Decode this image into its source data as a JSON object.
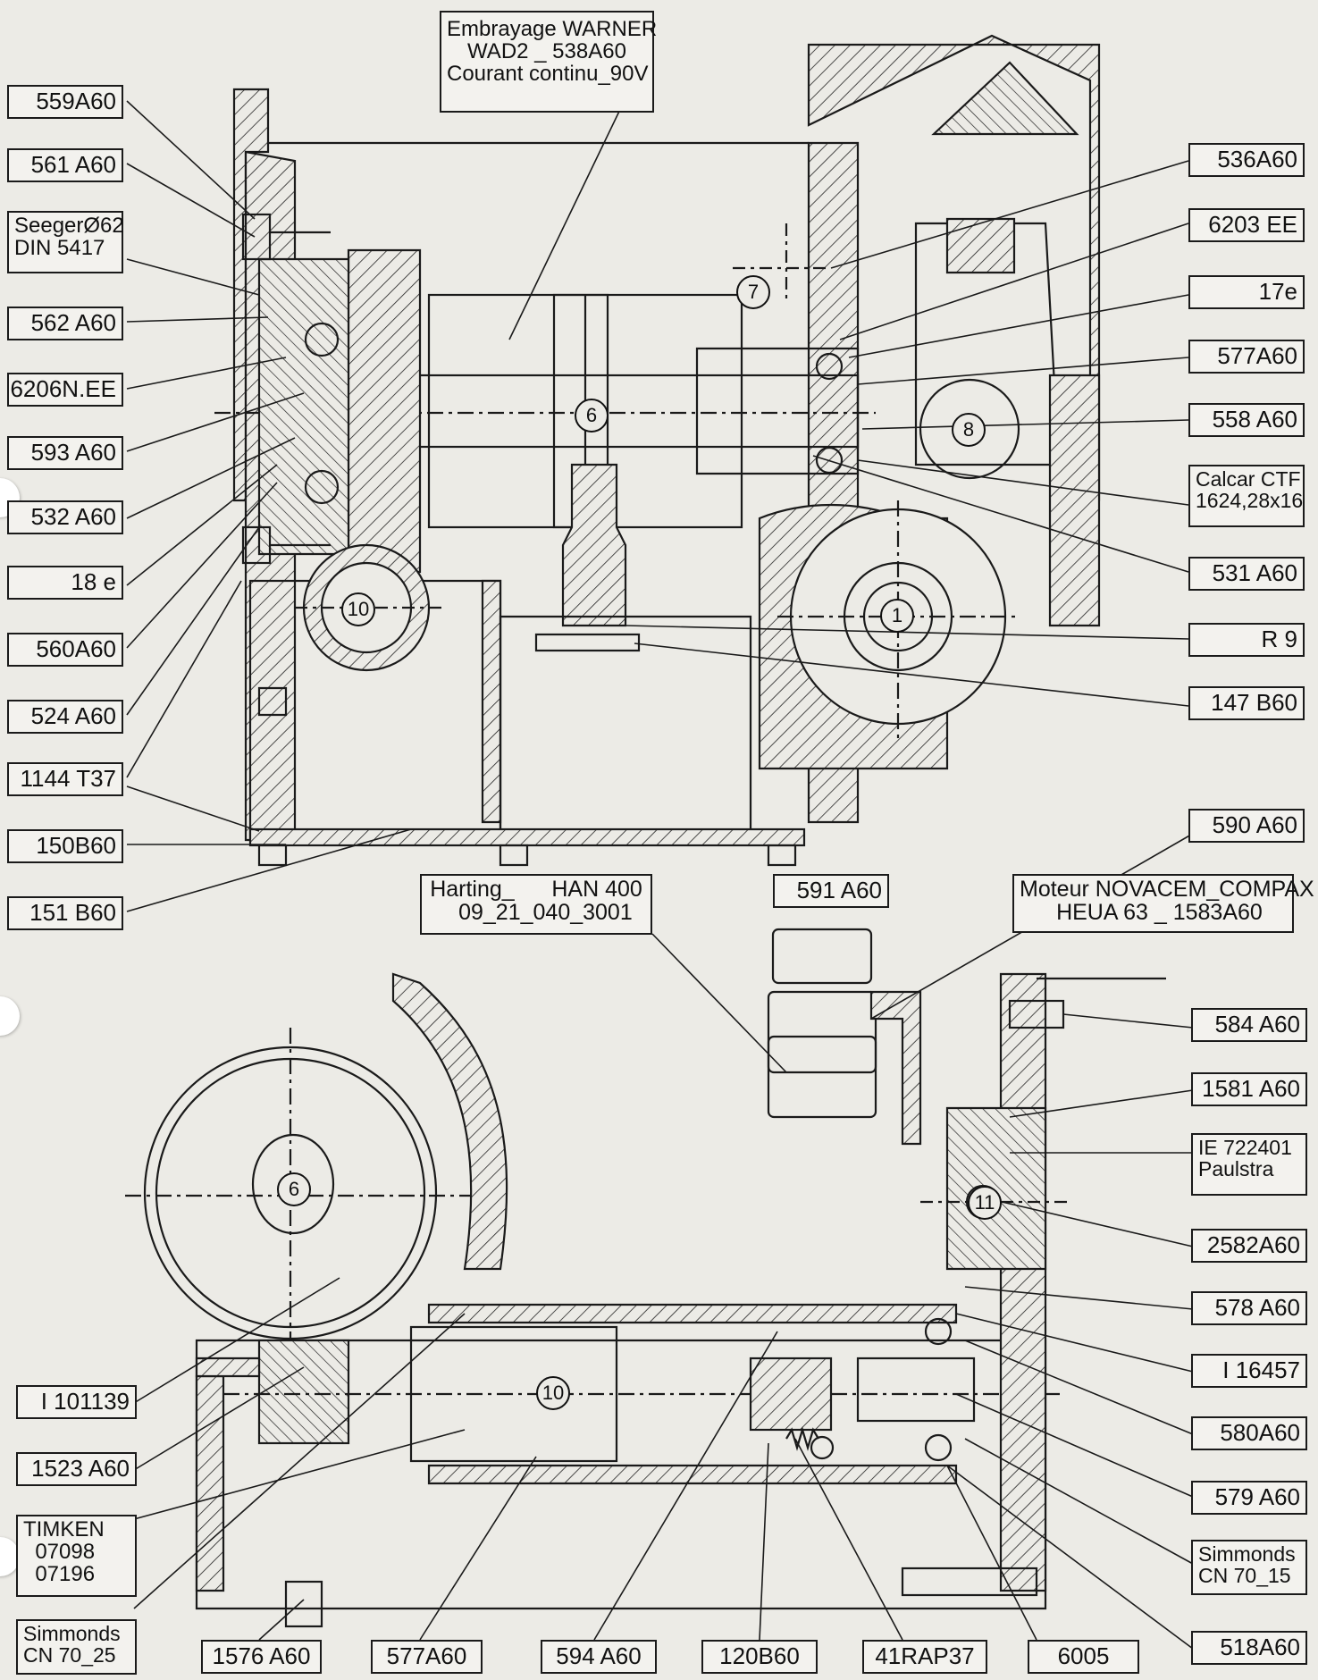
{
  "colors": {
    "paper": "#ecebe6",
    "ink": "#1a1a1a",
    "label_bg": "#f3f2ee"
  },
  "top_labels": {
    "clutch": "Embrayage WARNER\nWAD2 _ 538A60\nCourant continu_90V",
    "connector": "Harting_      HAN 400\n   09_21_040_3001",
    "motor": "Moteur NOVACEM_COMPAX\n  HEUA 63 _ 1583A60"
  },
  "left_labels": [
    "559A60",
    "561 A60",
    "SeegerØ62\nDIN 5417",
    "562 A60",
    "6206N.EE",
    "593 A60",
    "532 A60",
    "18 e",
    "560A60",
    "524 A60",
    "1144 T37",
    "150B60",
    "151 B60"
  ],
  "right_labels": [
    "536A60",
    "6203 EE",
    "17e",
    "577A60",
    "558 A60",
    "Calcar CTF\n1624,28x16",
    "531 A60",
    "R 9",
    "147 B60",
    "590 A60"
  ],
  "mid_labels": {
    "p591": "591 A60"
  },
  "lower_left_labels": [
    "I 101139",
    "1523 A60",
    "TIMKEN\n  07098\n  07196",
    "Simmonds\nCN 70_25"
  ],
  "lower_right_labels": [
    "584 A60",
    "1581 A60",
    "IE 722401\nPaulstra",
    "2582A60",
    "578 A60",
    "I 16457",
    "580A60",
    "579 A60",
    "Simmonds\nCN 70_15",
    "518A60"
  ],
  "bottom_labels": [
    "1576 A60",
    "577A60",
    "594 A60",
    "120B60",
    "41RAP37",
    "6005"
  ],
  "bubbles": [
    "7",
    "6",
    "8",
    "10",
    "1",
    "6",
    "10",
    "11"
  ]
}
